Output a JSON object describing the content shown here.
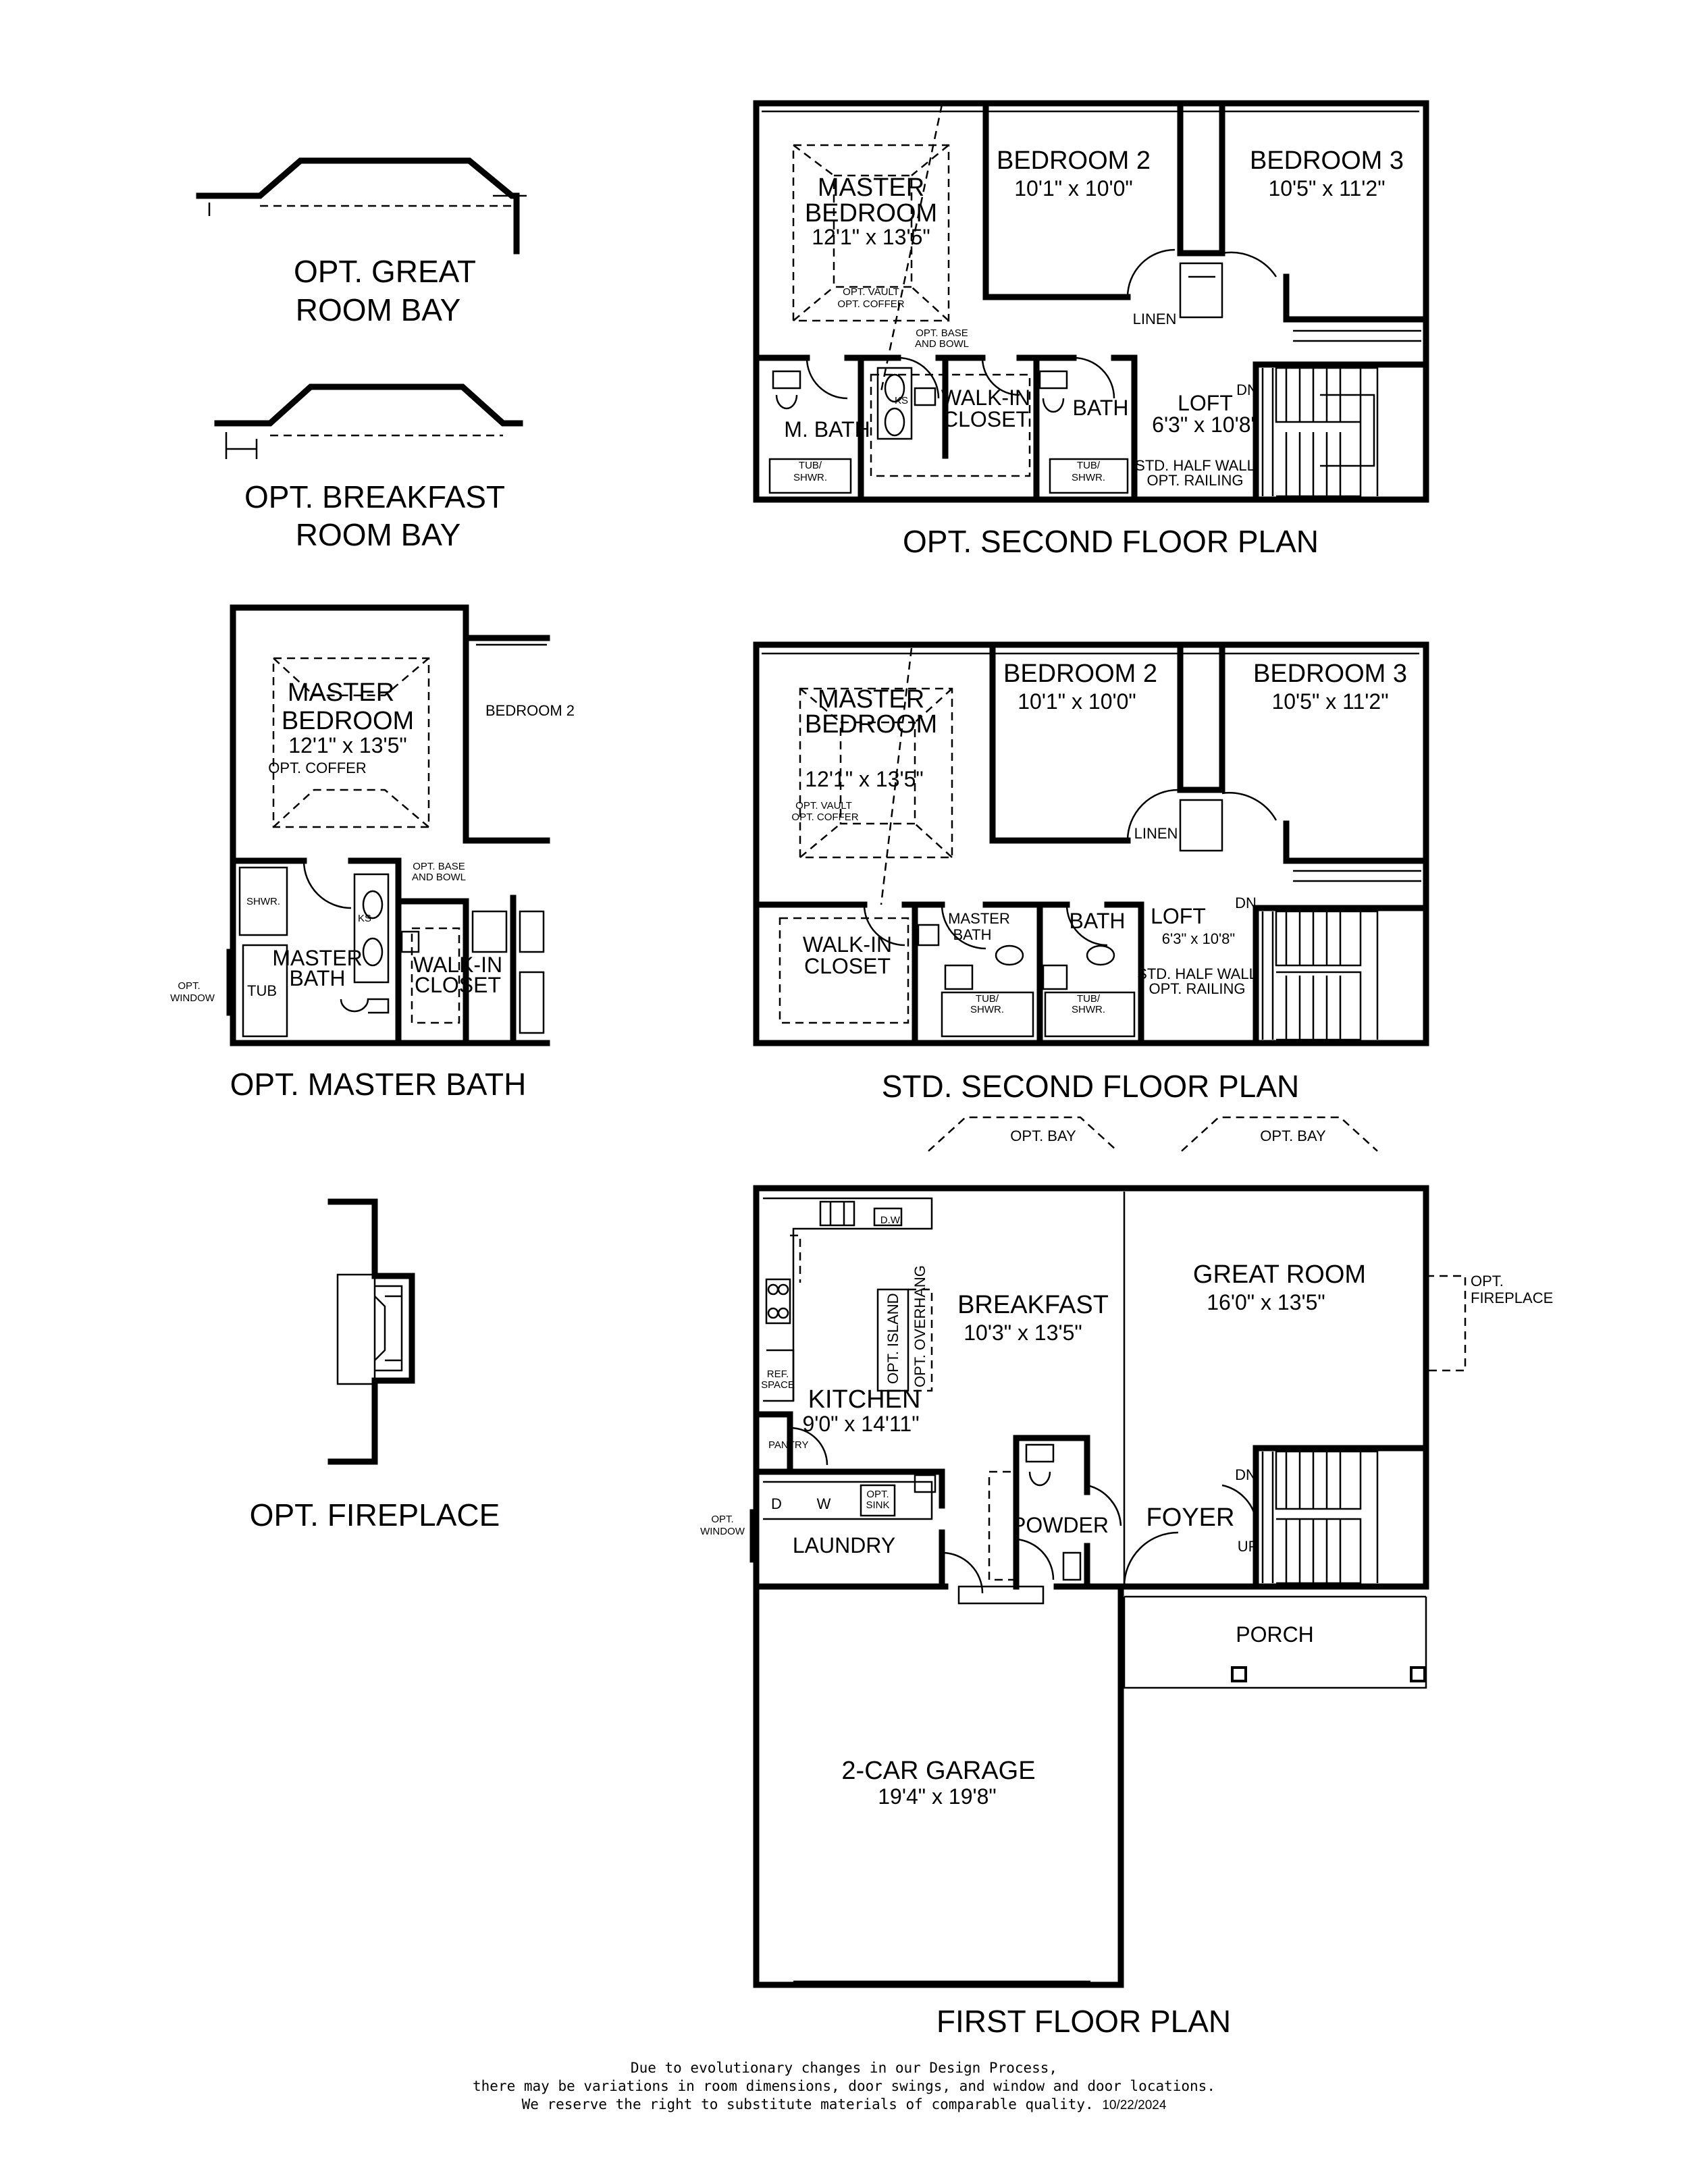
{
  "titles": {
    "opt_great_room_bay_1": "OPT. GREAT",
    "opt_great_room_bay_2": "ROOM BAY",
    "opt_breakfast_bay_1": "OPT. BREAKFAST",
    "opt_breakfast_bay_2": "ROOM BAY",
    "opt_master_bath": "OPT. MASTER BATH",
    "opt_fireplace": "OPT. FIREPLACE",
    "opt_second_floor": "OPT. SECOND FLOOR PLAN",
    "std_second_floor": "STD. SECOND FLOOR PLAN",
    "first_floor": "FIRST FLOOR PLAN"
  },
  "opt_second": {
    "master": "MASTER",
    "bedroom": "BEDROOM",
    "master_dim": "12'1\" x 13'5\"",
    "vault": "OPT. VAULT",
    "coffer": "OPT. COFFER",
    "bed2": "BEDROOM 2",
    "bed2_dim": "10'1\" x 10'0\"",
    "bed3": "BEDROOM 3",
    "bed3_dim": "10'5\" x 11'2\"",
    "linen": "LINEN",
    "base1": "OPT. BASE",
    "base2": "AND BOWL",
    "ks": "KS",
    "walkin1": "WALK-IN",
    "walkin2": "CLOSET",
    "mbath": "M. BATH",
    "bath": "BATH",
    "loft": "LOFT",
    "loft_dim": "6'3\" x 10'8\"",
    "dn": "DN",
    "tub1": "TUB/",
    "tub2": "SHWR.",
    "half1": "STD. HALF WALL",
    "half2": "OPT. RAILING"
  },
  "std_second": {
    "master": "MASTER",
    "bedroom": "BEDROOM",
    "master_dim": "12'1\" x 13'5\"",
    "vault": "OPT. VAULT",
    "coffer": "OPT. COFFER",
    "bed2": "BEDROOM 2",
    "bed2_dim": "10'1\" x 10'0\"",
    "bed3": "BEDROOM 3",
    "bed3_dim": "10'5\" x 11'2\"",
    "linen": "LINEN",
    "walkin1": "WALK-IN",
    "walkin2": "CLOSET",
    "mbath1": "MASTER",
    "mbath2": "BATH",
    "bath": "BATH",
    "loft": "LOFT",
    "loft_dim": "6'3\" x 10'8\"",
    "dn": "DN",
    "tub1": "TUB/",
    "tub2": "SHWR.",
    "half1": "STD. HALF WALL",
    "half2": "OPT. RAILING"
  },
  "opt_master_bath": {
    "master": "MASTER",
    "bedroom": "BEDROOM",
    "dim": "12'1\" x 13'5\"",
    "coffer": "OPT. COFFER",
    "bed2": "BEDROOM 2",
    "base1": "OPT. BASE",
    "base2": "AND BOWL",
    "ks": "KS",
    "shwr": "SHWR.",
    "mb1": "MASTER",
    "mb2": "BATH",
    "tub": "TUB",
    "win1": "OPT.",
    "win2": "WINDOW",
    "walkin1": "WALK-IN",
    "walkin2": "CLOSET"
  },
  "first_floor": {
    "opt_bay": "OPT. BAY",
    "breakfast": "BREAKFAST",
    "breakfast_dim": "10'3\" x 13'5\"",
    "great": "GREAT ROOM",
    "great_dim": "16'0\" x 13'5\"",
    "fp1": "OPT.",
    "fp2": "FIREPLACE",
    "kitchen": "KITCHEN",
    "kitchen_dim": "9'0\" x 14'11\"",
    "island": "OPT. ISLAND",
    "overhang": "OPT. OVERHANG",
    "ref1": "REF.",
    "ref2": "SPACE",
    "dw": "D.W.",
    "pantry": "PANTRY",
    "d": "D",
    "w": "W",
    "sink1": "OPT.",
    "sink2": "SINK",
    "win1": "OPT.",
    "win2": "WINDOW",
    "laundry": "LAUNDRY",
    "powder": "POWDER",
    "foyer": "FOYER",
    "dn": "DN",
    "up": "UP",
    "porch": "PORCH",
    "garage": "2-CAR GARAGE",
    "garage_dim": "19'4\" x 19'8\""
  },
  "disclaimer": {
    "line1": "Due to evolutionary changes in our Design Process,",
    "line2": "there may be variations in room dimensions, door swings, and window and door locations.",
    "line3": "We reserve the right to substitute materials of comparable quality.",
    "date": "10/22/2024"
  }
}
